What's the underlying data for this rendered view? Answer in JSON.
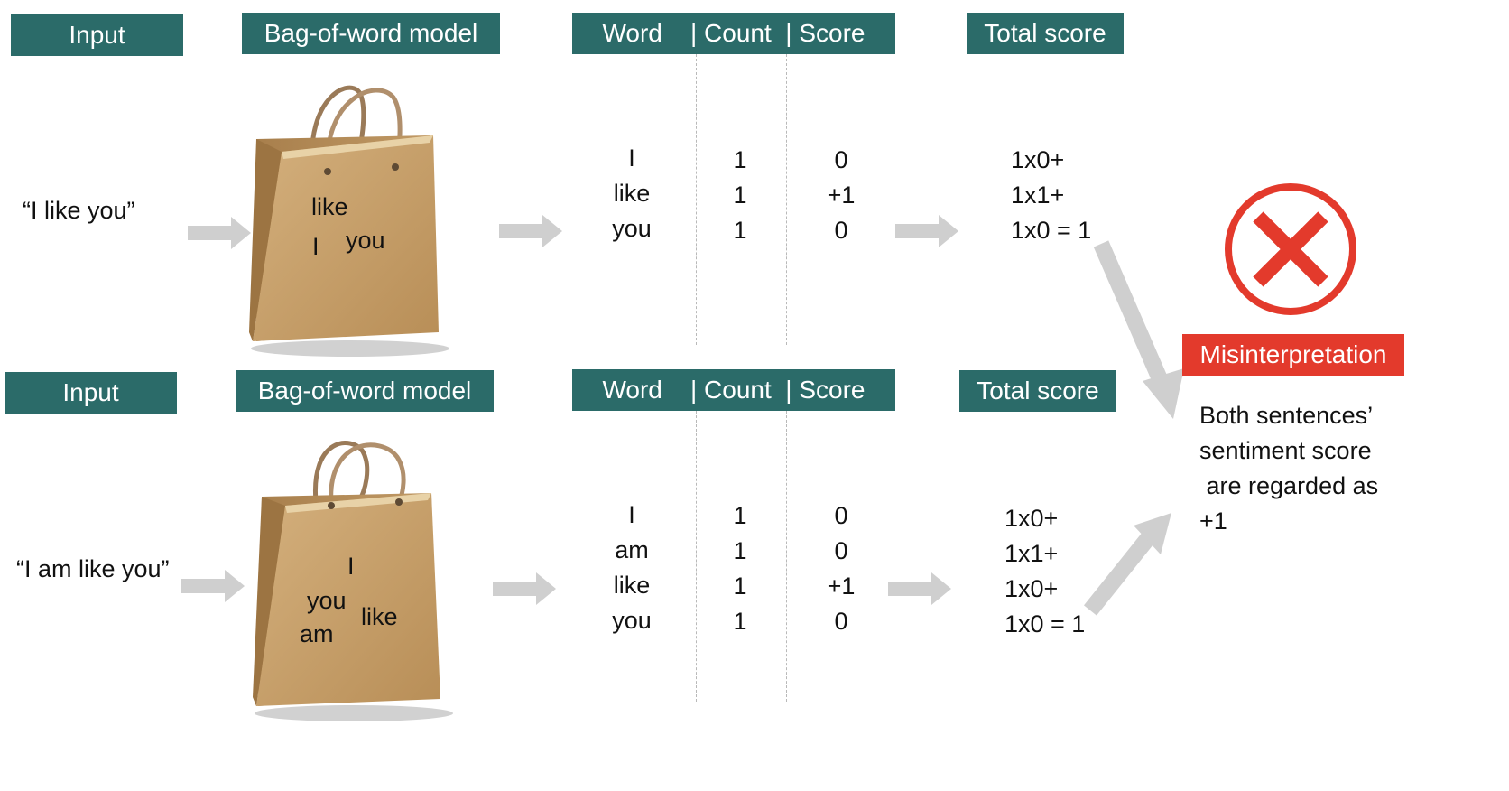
{
  "top": {
    "input_header": "Input",
    "model_header": "Bag-of-word model",
    "table_header": "Word    | Count  | Score",
    "total_header": "Total score",
    "sentence": "“I like you”",
    "bag_words": [
      "like",
      "I",
      "you"
    ],
    "words": [
      "I",
      "like",
      "you"
    ],
    "counts": [
      "1",
      "1",
      "1"
    ],
    "scores": [
      "0",
      "+1",
      "0"
    ],
    "total_lines": [
      "1x0+",
      "1x1+",
      "1x0 = 1"
    ]
  },
  "bottom": {
    "input_header": "Input",
    "model_header": "Bag-of-word model",
    "table_header": "Word    | Count  | Score",
    "total_header": "Total score",
    "sentence": "“I am like you”",
    "bag_words": [
      "I",
      "you",
      "like",
      "am"
    ],
    "words": [
      "I",
      "am",
      "like",
      "you"
    ],
    "counts": [
      "1",
      "1",
      "1",
      "1"
    ],
    "scores": [
      "0",
      "0",
      "+1",
      "0"
    ],
    "total_lines": [
      "1x0+",
      "1x1+",
      "1x0+",
      "1x0 = 1"
    ]
  },
  "result": {
    "badge": "Misinterpretation",
    "conclusion": [
      "Both sentences’",
      "sentiment score",
      " are regarded as",
      "+1"
    ],
    "icon": "x-circle-icon",
    "colors": {
      "header": "#2b6b69",
      "badge": "#e33a2c",
      "arrow": "#cfcfcf",
      "bag": "#c7a06d"
    }
  }
}
